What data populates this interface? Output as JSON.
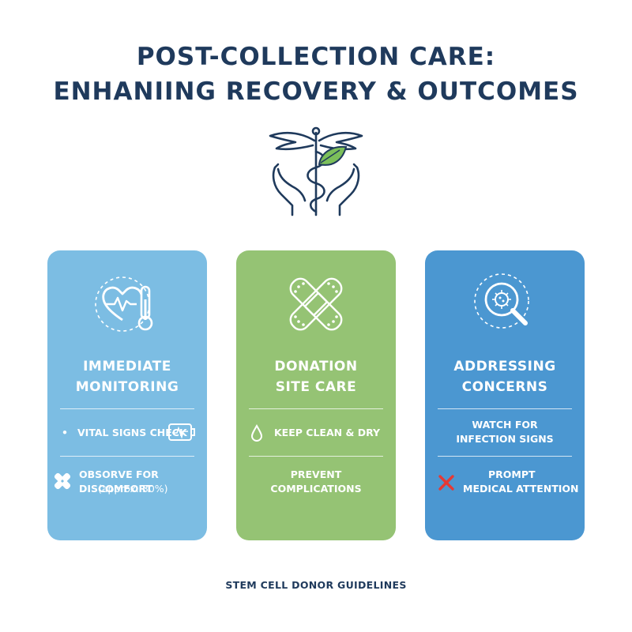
{
  "title": {
    "line1": "POST-COLLECTION CARE:",
    "line2": "ENHANIING RECOVERY & OUTCOMES"
  },
  "hero_icon": "caduceus-with-leaf-and-hands-icon",
  "cards": [
    {
      "color": "#7cbde3",
      "icon": "heart-pulse-thermometer-icon",
      "heading_line1": "IMMEDIATE",
      "heading_line2": "MONITORING",
      "item1": {
        "bullet": "•",
        "text": "VITAL SIGNS CHECK",
        "icon": "vital-monitor-icon"
      },
      "item2": {
        "line1": "OBSORVE FOR DISCOMFORT",
        "line2": "(approx. 30%)",
        "icon": "bandage-cross-icon"
      }
    },
    {
      "color": "#95c374",
      "icon": "crossed-bandages-icon",
      "heading_line1": "DONATION",
      "heading_line2": "SITE CARE",
      "item1": {
        "text": "KEEP CLEAN & DRY",
        "icon": "water-drop-icon"
      },
      "item2": {
        "line1": "PREVENT",
        "line2": "COMPLICATIONS"
      }
    },
    {
      "color": "#4b97d1",
      "icon": "magnifier-germ-icon",
      "heading_line1": "ADDRESSING",
      "heading_line2": "CONCERNS",
      "item1": {
        "line1": "WATCH FOR",
        "line2": "INFECTION SIGNS"
      },
      "item2": {
        "line1": "PROMPT",
        "line2": "MEDICAL ATTENTION",
        "icon": "red-x-icon"
      }
    }
  ],
  "footer": "STEM CELL DONOR GUIDELINES"
}
